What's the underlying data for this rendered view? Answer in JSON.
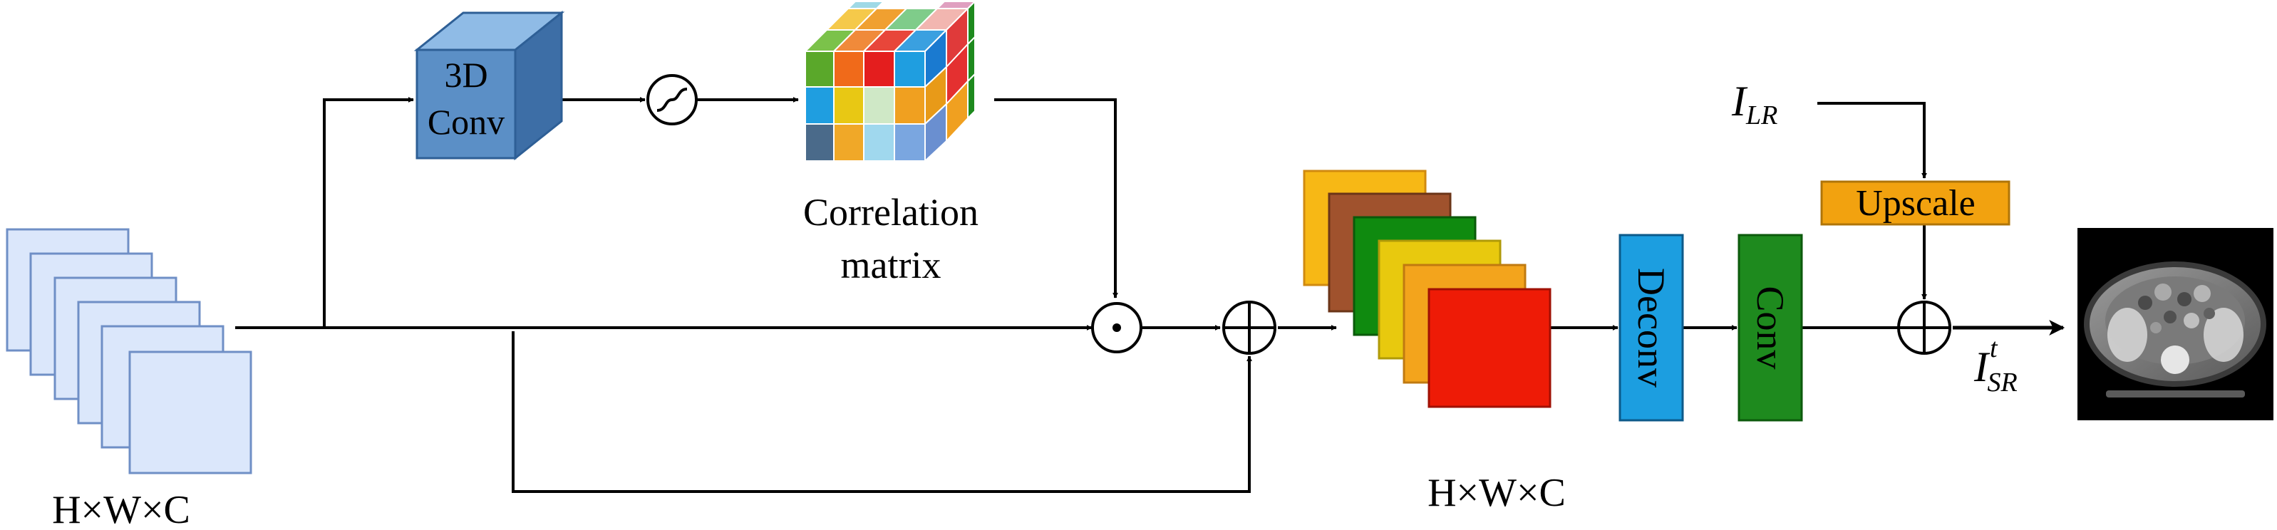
{
  "conv3d": {
    "line1": "3D",
    "line2": "Conv"
  },
  "correlation": {
    "line1": "Correlation",
    "line2": "matrix"
  },
  "input_dim": "H×W×C",
  "output_dim": "H×W×C",
  "deconv": "Deconv",
  "conv": "Conv",
  "upscale": "Upscale",
  "i_lr": {
    "main": "I",
    "sub": "LR"
  },
  "i_sr": {
    "main": "I",
    "sup": "t",
    "sub": "SR"
  },
  "colors": {
    "input_fill": "#dbe7fb",
    "input_stroke": "#6f8fc6",
    "conv3d_front": "#5b8fc6",
    "conv3d_top": "#7fb0e0",
    "conv3d_side": "#3f6fa5",
    "deconv": "#1c9ee0",
    "conv": "#1e8a1e",
    "upscale": "#f2a20f",
    "feature_maps": [
      "#f7b815",
      "#a0522d",
      "#0f8a0f",
      "#e8c90e",
      "#f3a41c",
      "#ee1b06"
    ]
  },
  "icons": [
    "sigmoid-icon",
    "hadamard-product-icon",
    "element-sum-icon",
    "ct-scan-image"
  ]
}
